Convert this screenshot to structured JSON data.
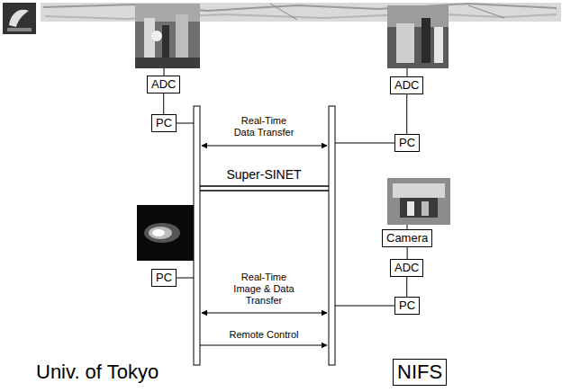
{
  "diagram": {
    "nodes": [
      {
        "text": [
          "ADC"
        ]
      },
      {
        "text": [
          "ADC"
        ]
      },
      {
        "text": [
          "PC"
        ]
      },
      {
        "text": [
          "PC"
        ]
      },
      {
        "text": [
          "Camera"
        ]
      },
      {
        "text": [
          "PC"
        ]
      },
      {
        "text": [
          "ADC"
        ]
      },
      {
        "text": [
          "PC"
        ]
      },
      {
        "text": [
          "NIFS"
        ]
      }
    ],
    "edges": [
      {
        "from": 0,
        "to": 2,
        "arrow": "none"
      },
      {
        "from": 1,
        "to": 3,
        "arrow": "none"
      },
      {
        "from": 4,
        "to": 6,
        "arrow": "none"
      },
      {
        "from": 6,
        "to": 7,
        "arrow": "none"
      }
    ],
    "labels": [
      "Real-Time Data Transfer",
      "Super-SINET",
      "Real-Time Image & Data Transfer",
      "Remote Control",
      "Univ. of Tokyo"
    ]
  }
}
